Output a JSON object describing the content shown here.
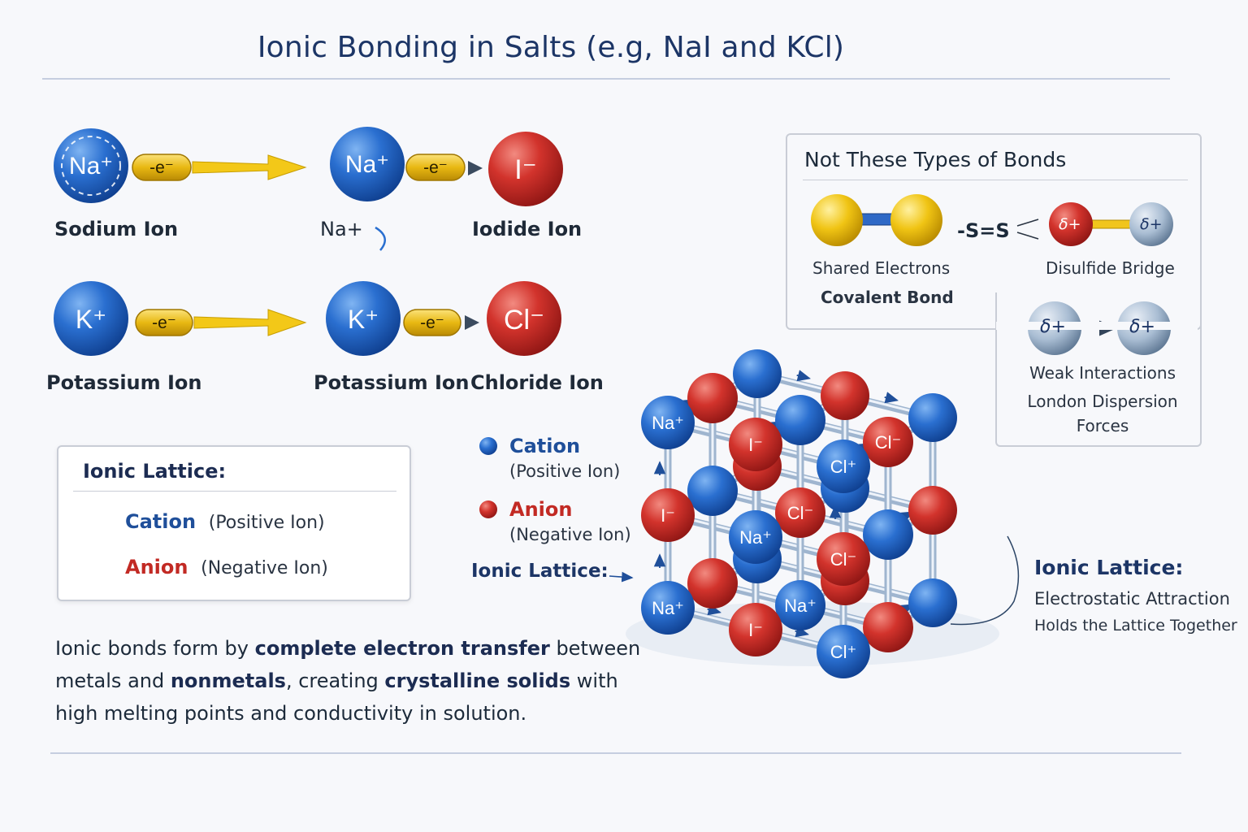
{
  "title": "Ionic Bonding in Salts (e.g, NaI and KCl)",
  "colors": {
    "cation": "#1f63c4",
    "anion": "#d23a34",
    "electron": "#f2c21a",
    "arrow": "#f3c818",
    "title": "#1c3566"
  },
  "transfer": {
    "electron": "-e⁻",
    "row1": {
      "atom_left": "Na⁺",
      "atom_mid": "Na⁺",
      "atom_right": "I⁻",
      "label_left": "Sodium Ion",
      "label_mid": "Na+",
      "label_right": "Iodide Ion"
    },
    "row2": {
      "atom_left": "K⁺",
      "atom_mid": "K⁺",
      "atom_right": "Cl⁻",
      "label_left": "Potassium Ion",
      "label_mid": "Potassium Ion",
      "label_right": "Chloride Ion"
    }
  },
  "legend_box": {
    "title": "Ionic Lattice:",
    "cation_word": "Cation",
    "cation_desc": "(Positive Ion)",
    "anion_word": "Anion",
    "anion_desc": "(Negative Ion)"
  },
  "mid_legend": {
    "cation_word": "Cation",
    "cation_desc": "(Positive Ion)",
    "anion_word": "Anion",
    "anion_desc": "(Negative Ion)",
    "lattice_label": "Ionic Lattice:"
  },
  "not_bonds": {
    "title": "Not These Types of Bonds",
    "covalent_line1": "Shared Electrons",
    "covalent_line2": "Covalent Bond",
    "ss_text": "-S=S",
    "delta_plus": "δ+",
    "disulfide_label": "Disulfide Bridge",
    "weak_line1": "Weak Interactions",
    "weak_line2": "London Dispersion",
    "weak_line3": "Forces"
  },
  "lattice": {
    "labels": [
      "Na⁺",
      "I⁻",
      "Cl⁺",
      "Cl⁻",
      "I⁻",
      "Cl⁻",
      "Na⁺",
      "Cl⁻",
      "Na⁺",
      "I⁻",
      "Cl⁺",
      "Na⁺"
    ],
    "note_title": "Ionic Lattice:",
    "note_line1": "Electrostatic Attraction",
    "note_line2": "Holds the Lattice Together"
  },
  "paragraph": {
    "p1": "Ionic bonds form by ",
    "b1": "complete electron transfer",
    "p2": " between metals and ",
    "b2": "nonmetals",
    "p3": ", creating ",
    "b3": "crystalline solids",
    "p4": " with high melting points and conductivity in solution."
  }
}
